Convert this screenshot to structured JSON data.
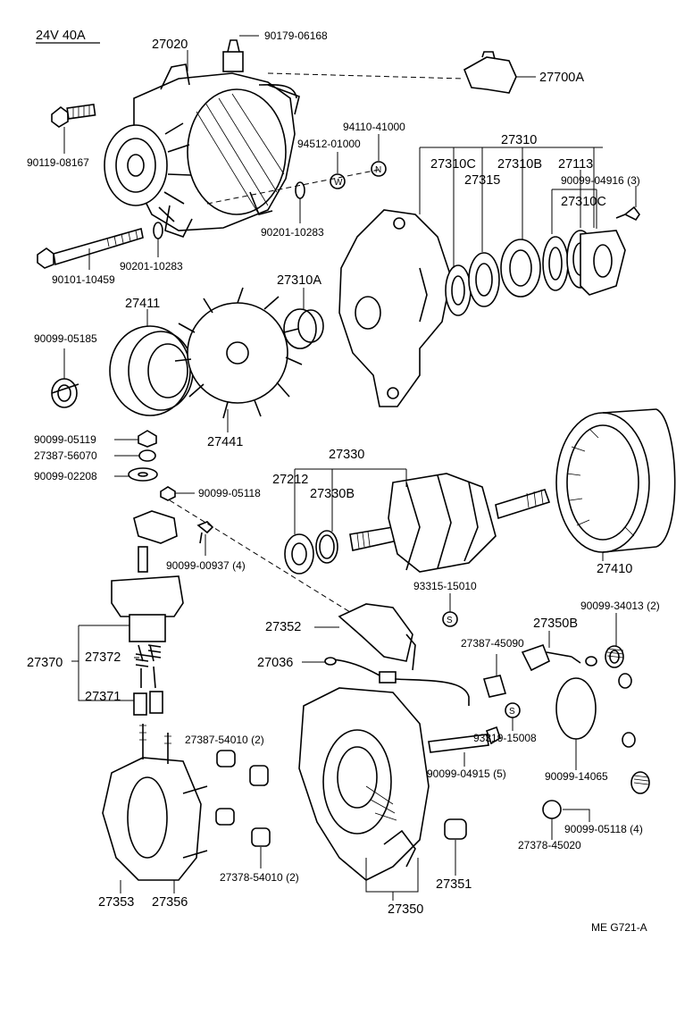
{
  "header": {
    "spec": "24V  40A"
  },
  "footer": {
    "code": "ME  G721-A"
  },
  "parts": {
    "p27020": "27020",
    "p90179_06168": "90179-06168",
    "p27700A": "27700A",
    "p90119_08167": "90119-08167",
    "p94110_41000": "94110-41000",
    "p94512_01000": "94512-01000",
    "p27310": "27310",
    "p27310C_a": "27310C",
    "p27310B": "27310B",
    "p27113": "27113",
    "p27315": "27315",
    "p90099_04916": "90099-04916 (3)",
    "p27310C_b": "27310C",
    "p90201_10283_a": "90201-10283",
    "p90201_10283_b": "90201-10283",
    "p90101_10459": "90101-10459",
    "p27310A": "27310A",
    "p27411": "27411",
    "p90099_05185": "90099-05185",
    "p27441": "27441",
    "p90099_05119": "90099-05119",
    "p27387_56070": "27387-56070",
    "p90099_02208": "90099-02208",
    "p90099_05118_a": "90099-05118",
    "p27330": "27330",
    "p27212": "27212",
    "p27330B": "27330B",
    "p27410": "27410",
    "p90099_00937": "90099-00937 (4)",
    "p93315_15010": "93315-15010",
    "p90099_34013": "90099-34013 (2)",
    "p27352": "27352",
    "p27350B": "27350B",
    "p27387_45090": "27387-45090",
    "p27036": "27036",
    "p27370": "27370",
    "p27372": "27372",
    "p27371": "27371",
    "p27387_54010": "27387-54010 (2)",
    "p93319_15008": "93319-15008",
    "p90099_04915": "90099-04915 (5)",
    "p90099_14065": "90099-14065",
    "p90099_05118_b": "90099-05118 (4)",
    "p27378_45020": "27378-45020",
    "p27378_54010": "27378-54010 (2)",
    "p27351": "27351",
    "p27353": "27353",
    "p27356": "27356",
    "p27350": "27350"
  },
  "symbols": {
    "washer_w": "W",
    "nut_n": "N",
    "screw_s1": "S",
    "screw_s2": "S"
  }
}
